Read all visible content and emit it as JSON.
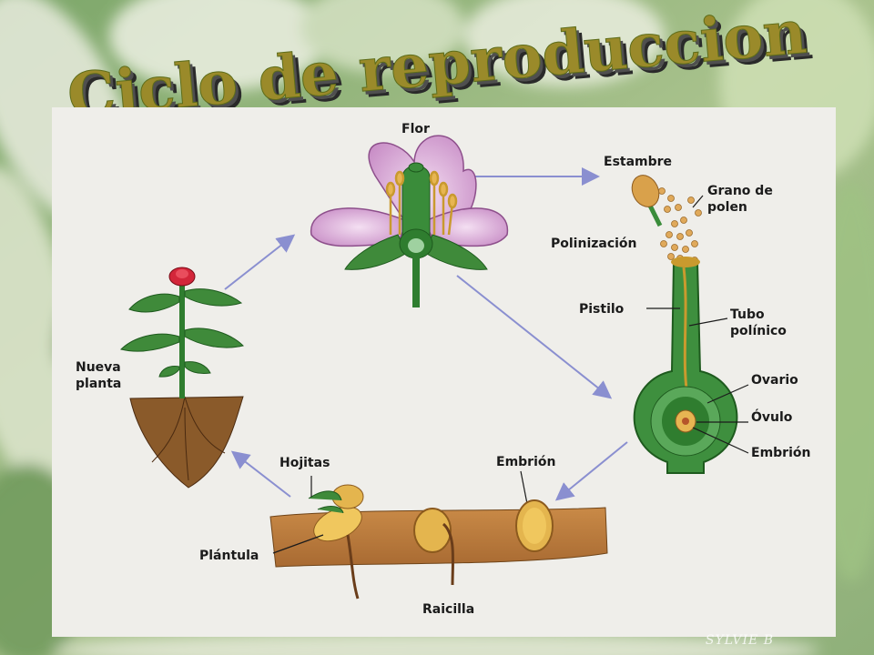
{
  "slide": {
    "title": "Ciclo de reproduccion",
    "watermark": "SYLVIE B"
  },
  "diagram": {
    "labels": {
      "flor": "Flor",
      "estambre": "Estambre",
      "grano_polen_1": "Grano de",
      "grano_polen_2": "polen",
      "polinizacion": "Polinización",
      "pistilo": "Pistilo",
      "tubo_1": "Tubo",
      "tubo_2": "polínico",
      "ovario": "Ovario",
      "ovulo": "Óvulo",
      "embrion_ovule": "Embrión",
      "embrion_seed": "Embrión",
      "hojitas": "Hojitas",
      "plantula": "Plántula",
      "raicilla": "Raicilla",
      "nueva_1": "Nueva",
      "nueva_2": "planta"
    }
  },
  "colors": {
    "panel_bg": "#efeeea",
    "arrow": "#8a8fd0",
    "stem_green": "#2f7d2f",
    "petal_pink": "#d9a3d8",
    "soil": "#b97a3c",
    "title_gold": "#a88a1e",
    "title_green": "#4a9a2a"
  }
}
